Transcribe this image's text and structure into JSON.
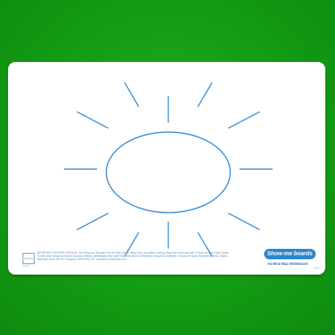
{
  "scene": {
    "background_color": "#139a13",
    "board_color": "#ffffff",
    "line_color": "#3d8fd1"
  },
  "board": {
    "notice_lines": [
      "IMPORTANT DRYWIPE SURFACE: Use Show-me Drywipe Pens for best results. Allow ink to dry before erasing. Wipe after each use with a Show-me Mini Foam Eraser.",
      "To keep your Show-me boards in good condition, periodically clean with Show-me MAGIC Whiteboard Cleaner/Conditioner & Show-me Super Absorbent MAGIC Wipes.",
      "Manufactured in the UK. Eastpoint, NR30 3EA, UK. www.show-meboards.com"
    ],
    "product_code": "CE UKCA",
    "left_code": "PC100",
    "brand_name": "Show-me boards",
    "caption": "A4 Mind Map Whiteboard",
    "right_code": "F1001"
  }
}
